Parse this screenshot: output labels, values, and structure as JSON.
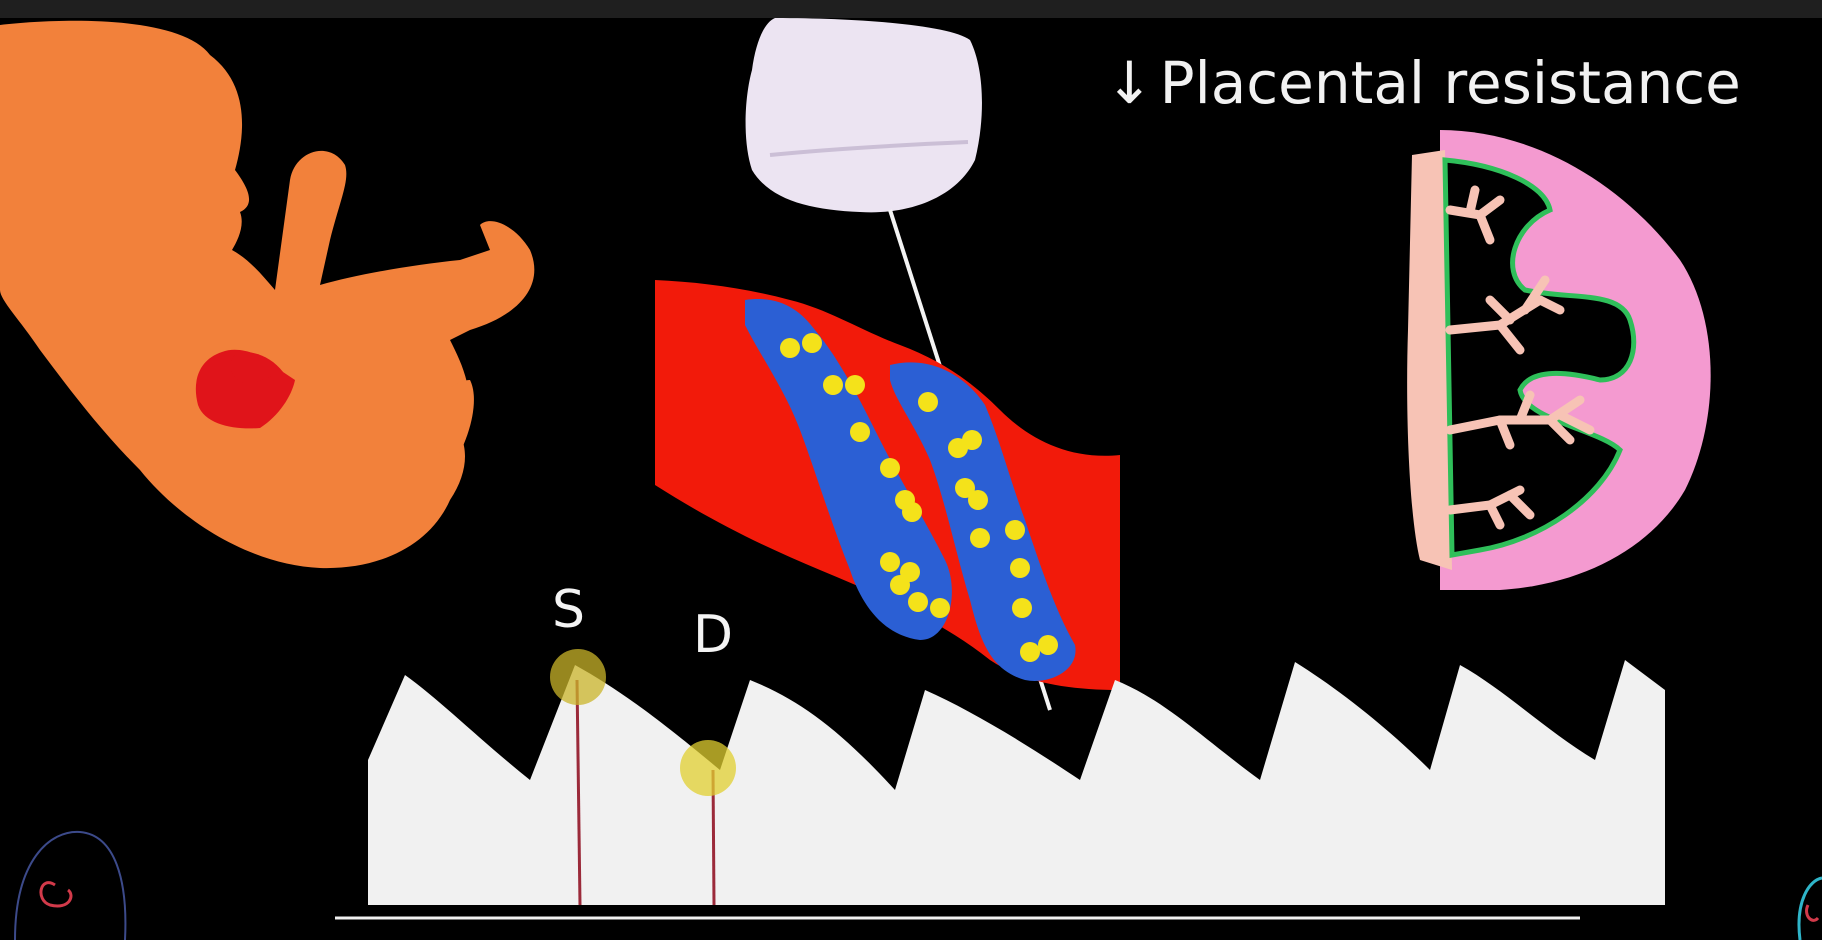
{
  "title": {
    "arrow": "↓",
    "text": "Placental resistance"
  },
  "waveform": {
    "systolic_label": "S",
    "diastolic_label": "D"
  },
  "colors": {
    "fetus": "#f2813b",
    "heart": "#e0141a",
    "vessel_wall": "#f21a0a",
    "blood": "#2b5fd4",
    "cells": "#f4e21a",
    "placenta": "#f49ad0",
    "waveform": "#f1f1f1",
    "marker": "#c9b42a"
  },
  "icons": [
    "fetus-illustration",
    "heart-icon",
    "ultrasound-probe-icon",
    "blood-vessel",
    "placenta-illustration",
    "doppler-waveform",
    "logo-icon"
  ]
}
